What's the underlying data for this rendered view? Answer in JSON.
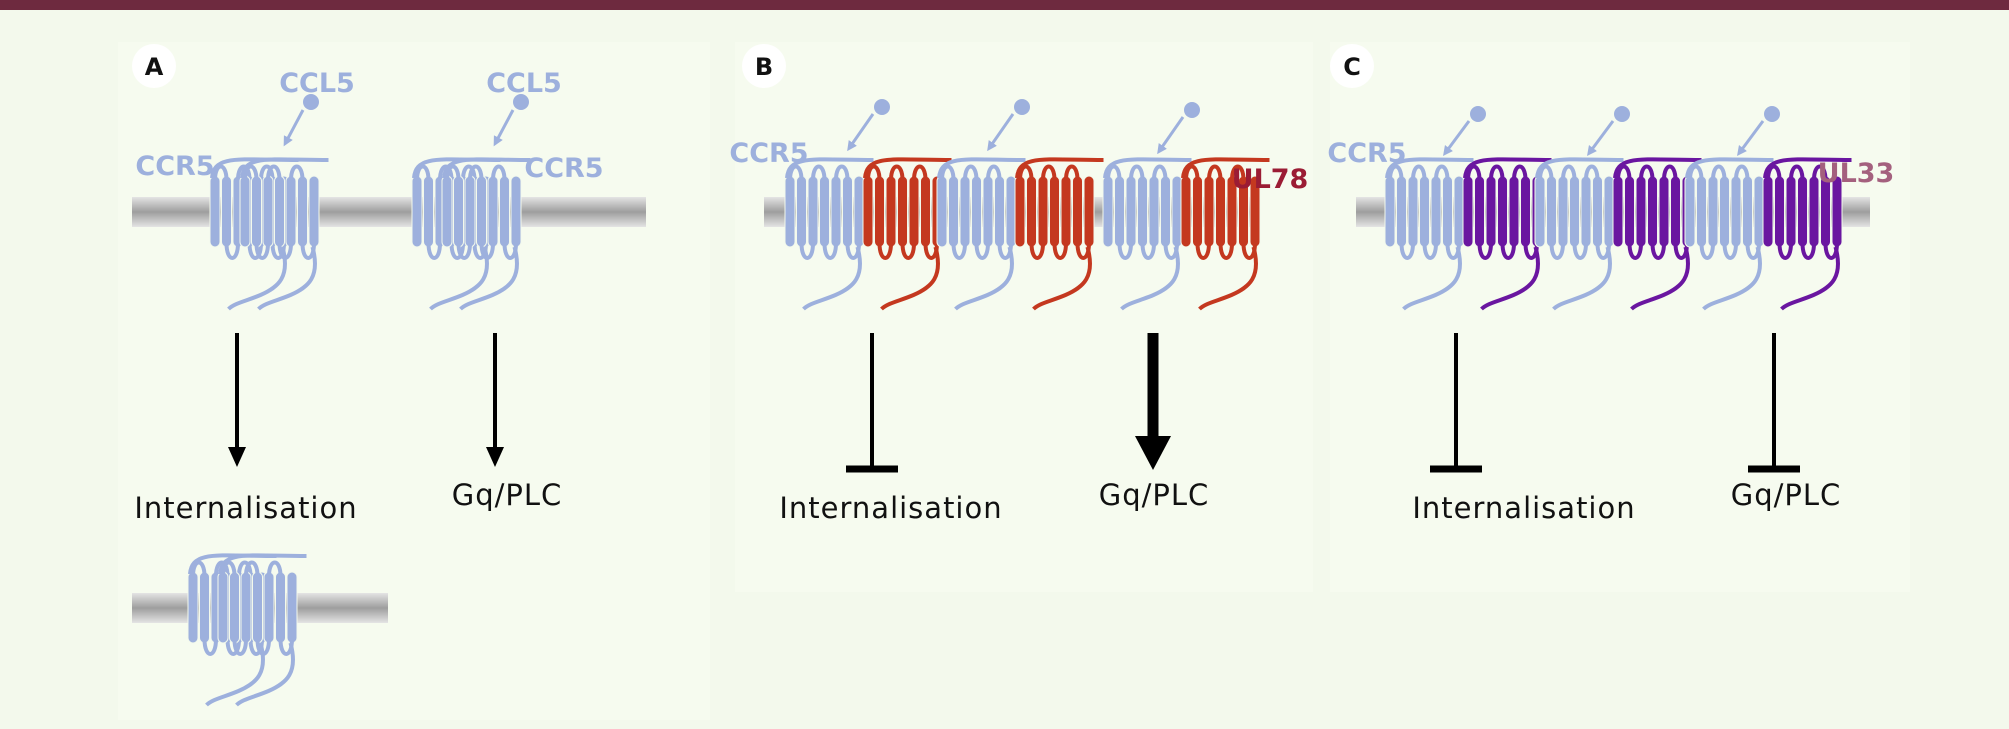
{
  "panels": {
    "a": {
      "letter": "A",
      "ligand_label_1": "CCL5",
      "ligand_label_2": "CCL5",
      "receptor_label_1": "CCR5",
      "receptor_label_2": "CCR5",
      "outcome_1": "Internalisation",
      "outcome_2": "Gq/PLC"
    },
    "b": {
      "letter": "B",
      "receptor_label": "CCR5",
      "viral_label": "UL78",
      "outcome_1": "Internalisation",
      "outcome_2": "Gq/PLC"
    },
    "c": {
      "letter": "C",
      "receptor_label": "CCR5",
      "viral_label": "UL33",
      "outcome_1": "Internalisation",
      "outcome_2": "Gq/PLC"
    }
  },
  "colors": {
    "background": "#f3f9ec",
    "top_bar": "#6e2a3f",
    "ccr5": "#9db0dd",
    "ul78": "#c4381f",
    "ul78_label": "#9b1c34",
    "ul33": "#6a16a0",
    "ul33_label": "#a4607e",
    "membrane": "#bdbdbd",
    "arrow": "#000000"
  }
}
